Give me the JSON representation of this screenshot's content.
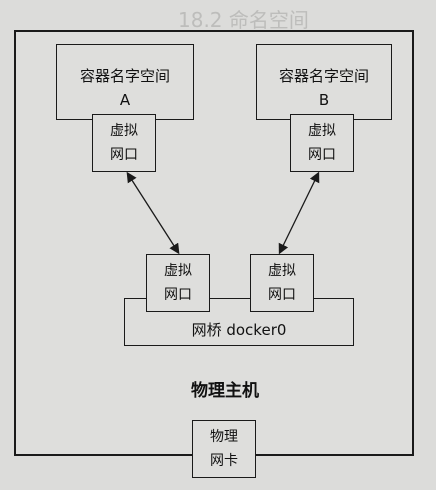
{
  "heading": "18.2 命名空间",
  "diagram": {
    "host": {
      "label": "物理主机"
    },
    "namespace_a": {
      "line1": "容器名字空间",
      "line2": "A"
    },
    "namespace_b": {
      "line1": "容器名字空间",
      "line2": "B"
    },
    "veth_label_line1": "虚拟",
    "veth_label_line2": "网口",
    "bridge": {
      "label": "网桥 docker0"
    },
    "nic": {
      "line1": "物理",
      "line2": "网卡"
    }
  }
}
